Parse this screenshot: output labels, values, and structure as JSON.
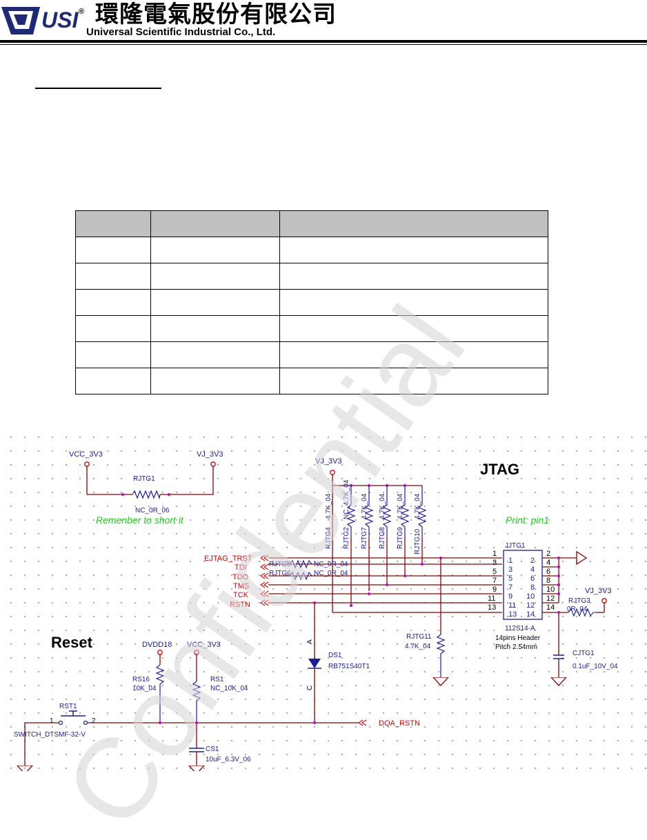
{
  "header": {
    "logo_text": "USI",
    "logo_mark": "®",
    "company_zh": "環隆電氣股份有限公司",
    "company_en": "Universal Scientific Industrial Co., Ltd."
  },
  "table": {
    "row_count": 7,
    "column_count": 3
  },
  "schematic": {
    "title_jtag": "JTAG",
    "title_reset": "Reset",
    "note_short": "Remenber to short it",
    "note_pin1": "Print: pin1",
    "power": {
      "vcc_3v3": "VCC_3V3",
      "vj_3v3": "VJ_3V3",
      "dvdd18": "DVDD18"
    },
    "rjtg1": {
      "ref": "RJTG1",
      "value": "NC_0R_06"
    },
    "pullups": [
      {
        "ref": "RJTG4",
        "value": "4.7K_04"
      },
      {
        "ref": "RJTG2",
        "value": "NC_4.7K_04"
      },
      {
        "ref": "RJTG7",
        "value": "4.7K_04"
      },
      {
        "ref": "RJTG8",
        "value": "4.7K_04"
      },
      {
        "ref": "RJTG9",
        "value": "4.7K_04"
      },
      {
        "ref": "RJTG10",
        "value": "4.7K_04"
      }
    ],
    "signals": [
      "EJTAG_TRST",
      "TDI",
      "TDO",
      "TMS",
      "TCK",
      "RSTN"
    ],
    "series": [
      {
        "ref": "RJTG5",
        "value": "NC_0R_04"
      },
      {
        "ref": "RJTG6",
        "value": "NC_0R_04"
      }
    ],
    "connector": {
      "ref": "JJTG1",
      "part": "112S14-A",
      "desc1": "14pins Header",
      "desc2": "Pitch 2.54mm",
      "outer_left": [
        "1",
        "3",
        "5",
        "7",
        "9",
        "11",
        "13"
      ],
      "outer_right": [
        "2",
        "4",
        "6",
        "8",
        "10",
        "12",
        "14"
      ],
      "inner": [
        [
          "1",
          "2"
        ],
        [
          "3",
          "4"
        ],
        [
          "5",
          "6"
        ],
        [
          "7",
          "8"
        ],
        [
          "9",
          "10"
        ],
        [
          "11",
          "12"
        ],
        [
          "13",
          "14"
        ]
      ]
    },
    "rjtg3": {
      "ref": "RJTG3",
      "value": "0R_04"
    },
    "cjtg1": {
      "ref": "CJTG1",
      "value": "0.1uF_10V_04"
    },
    "rjtg11": {
      "ref": "RJTG11",
      "value": "4.7K_04"
    },
    "ds1": {
      "ref": "DS1",
      "value": "RB751S40T1",
      "anode": "A",
      "cathode": "C"
    },
    "rs16": {
      "ref": "RS16",
      "value": "10K_04"
    },
    "rs1": {
      "ref": "RS1",
      "value": "NC_10K_04"
    },
    "rst1": {
      "ref": "RST1",
      "value": "SWITCH_DTSMF-32-V",
      "pin1": "1",
      "pin2": "2"
    },
    "cs1": {
      "ref": "CS1",
      "value": "10uF_6.3V_06"
    },
    "dqa_rstn": "DQA_RSTN"
  },
  "watermark": "Confidential",
  "colors": {
    "wire": "#8b0000",
    "component": "#1a1aa0",
    "signal_label": "#e00000",
    "note": "#22cc22",
    "junction": "#cc00cc",
    "watermark": "#d4d4d4"
  }
}
